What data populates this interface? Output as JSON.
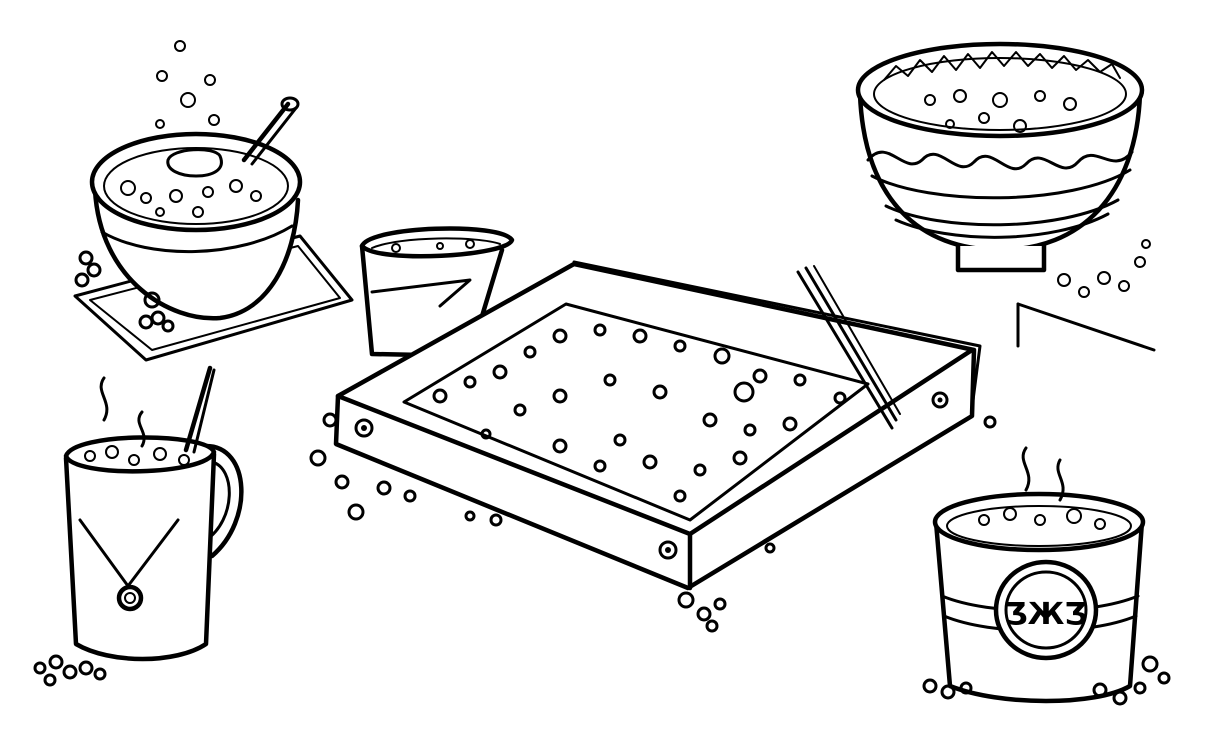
{
  "scene": {
    "kind": "line-drawing",
    "ink_color": "#000000",
    "paper_color": "#ffffff",
    "objects": [
      "bowl-with-spoon-on-mat",
      "paper-cup",
      "baking-tray-with-chopsticks",
      "patterned-bowl",
      "mug-with-straw",
      "tub-with-seal-label"
    ]
  },
  "seal": {
    "text": "ƷЖƷ"
  }
}
